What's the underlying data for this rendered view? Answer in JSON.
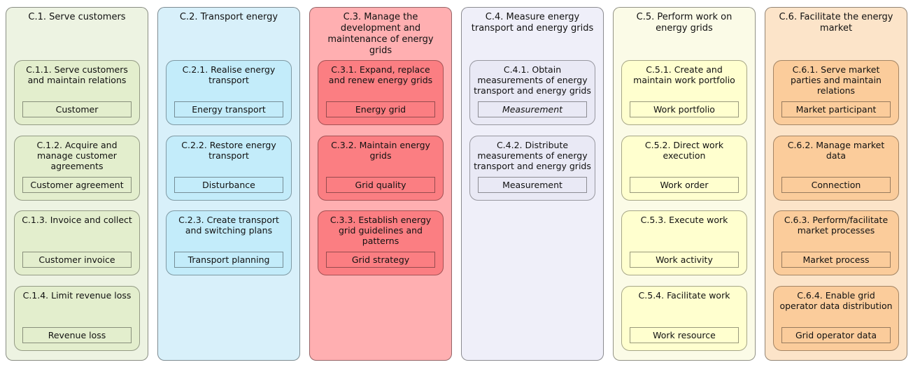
{
  "diagram": {
    "type": "capability-map",
    "columns": [
      {
        "id": "C.1",
        "title": "C.1. Serve customers",
        "colors": {
          "outer": "#edf3e2",
          "inner": "#e3eecd"
        },
        "functions": [
          {
            "title": "C.1.1. Serve customers and maintain relations",
            "object": "Customer",
            "object_italic": false
          },
          {
            "title": "C.1.2. Acquire and manage customer agreements",
            "object": "Customer agreement",
            "object_italic": false
          },
          {
            "title": "C.1.3. Invoice and collect",
            "object": "Customer invoice",
            "object_italic": false
          },
          {
            "title": "C.1.4. Limit revenue loss",
            "object": "Revenue loss",
            "object_italic": false
          }
        ]
      },
      {
        "id": "C.2",
        "title": "C.2. Transport energy",
        "colors": {
          "outer": "#d8f0fa",
          "inner": "#c3ecfa"
        },
        "functions": [
          {
            "title": "C.2.1. Realise energy transport",
            "object": "Energy transport",
            "object_italic": false
          },
          {
            "title": "C.2.2. Restore energy transport",
            "object": "Disturbance",
            "object_italic": false
          },
          {
            "title": "C.2.3. Create transport and switching plans",
            "object": "Transport planning",
            "object_italic": false
          }
        ]
      },
      {
        "id": "C.3",
        "title": "C.3. Manage the development and maintenance of energy grids",
        "colors": {
          "outer": "#ffafb1",
          "inner": "#fb7e82"
        },
        "functions": [
          {
            "title": "C.3.1. Expand, replace and renew energy grids",
            "object": "Energy grid",
            "object_italic": false
          },
          {
            "title": "C.3.2. Maintain energy grids",
            "object": "Grid quality",
            "object_italic": false
          },
          {
            "title": "C.3.3. Establish energy grid guidelines and patterns",
            "object": "Grid strategy",
            "object_italic": false
          }
        ]
      },
      {
        "id": "C.4",
        "title": "C.4. Measure energy transport and energy grids",
        "colors": {
          "outer": "#efeff9",
          "inner": "#e9e9f5"
        },
        "functions": [
          {
            "title": "C.4.1. Obtain measurements of energy transport and energy grids",
            "object": "Measurement",
            "object_italic": true
          },
          {
            "title": "C.4.2. Distribute measurements of energy transport and energy grids",
            "object": "Measurement",
            "object_italic": false
          }
        ]
      },
      {
        "id": "C.5",
        "title": "C.5. Perform work on energy grids",
        "colors": {
          "outer": "#fbfbe7",
          "inner": "#ffffcf"
        },
        "functions": [
          {
            "title": "C.5.1. Create and maintain work portfolio",
            "object": "Work portfolio",
            "object_italic": false
          },
          {
            "title": "C.5.2. Direct work execution",
            "object": "Work order",
            "object_italic": false
          },
          {
            "title": "C.5.3. Execute work",
            "object": "Work activity",
            "object_italic": false
          },
          {
            "title": "C.5.4. Facilitate work",
            "object": "Work resource",
            "object_italic": false
          }
        ]
      },
      {
        "id": "C.6",
        "title": "C.6. Facilitate the energy market",
        "colors": {
          "outer": "#fce4c9",
          "inner": "#fbcc9b"
        },
        "functions": [
          {
            "title": "C.6.1. Serve market parties and maintain relations",
            "object": "Market participant",
            "object_italic": false
          },
          {
            "title": "C.6.2. Manage market data",
            "object": "Connection",
            "object_italic": false
          },
          {
            "title": "C.6.3. Perform/facilitate market processes",
            "object": "Market process",
            "object_italic": false
          },
          {
            "title": "C.6.4. Enable grid operator data distribution",
            "object": "Grid operator data",
            "object_italic": false
          }
        ]
      }
    ]
  }
}
